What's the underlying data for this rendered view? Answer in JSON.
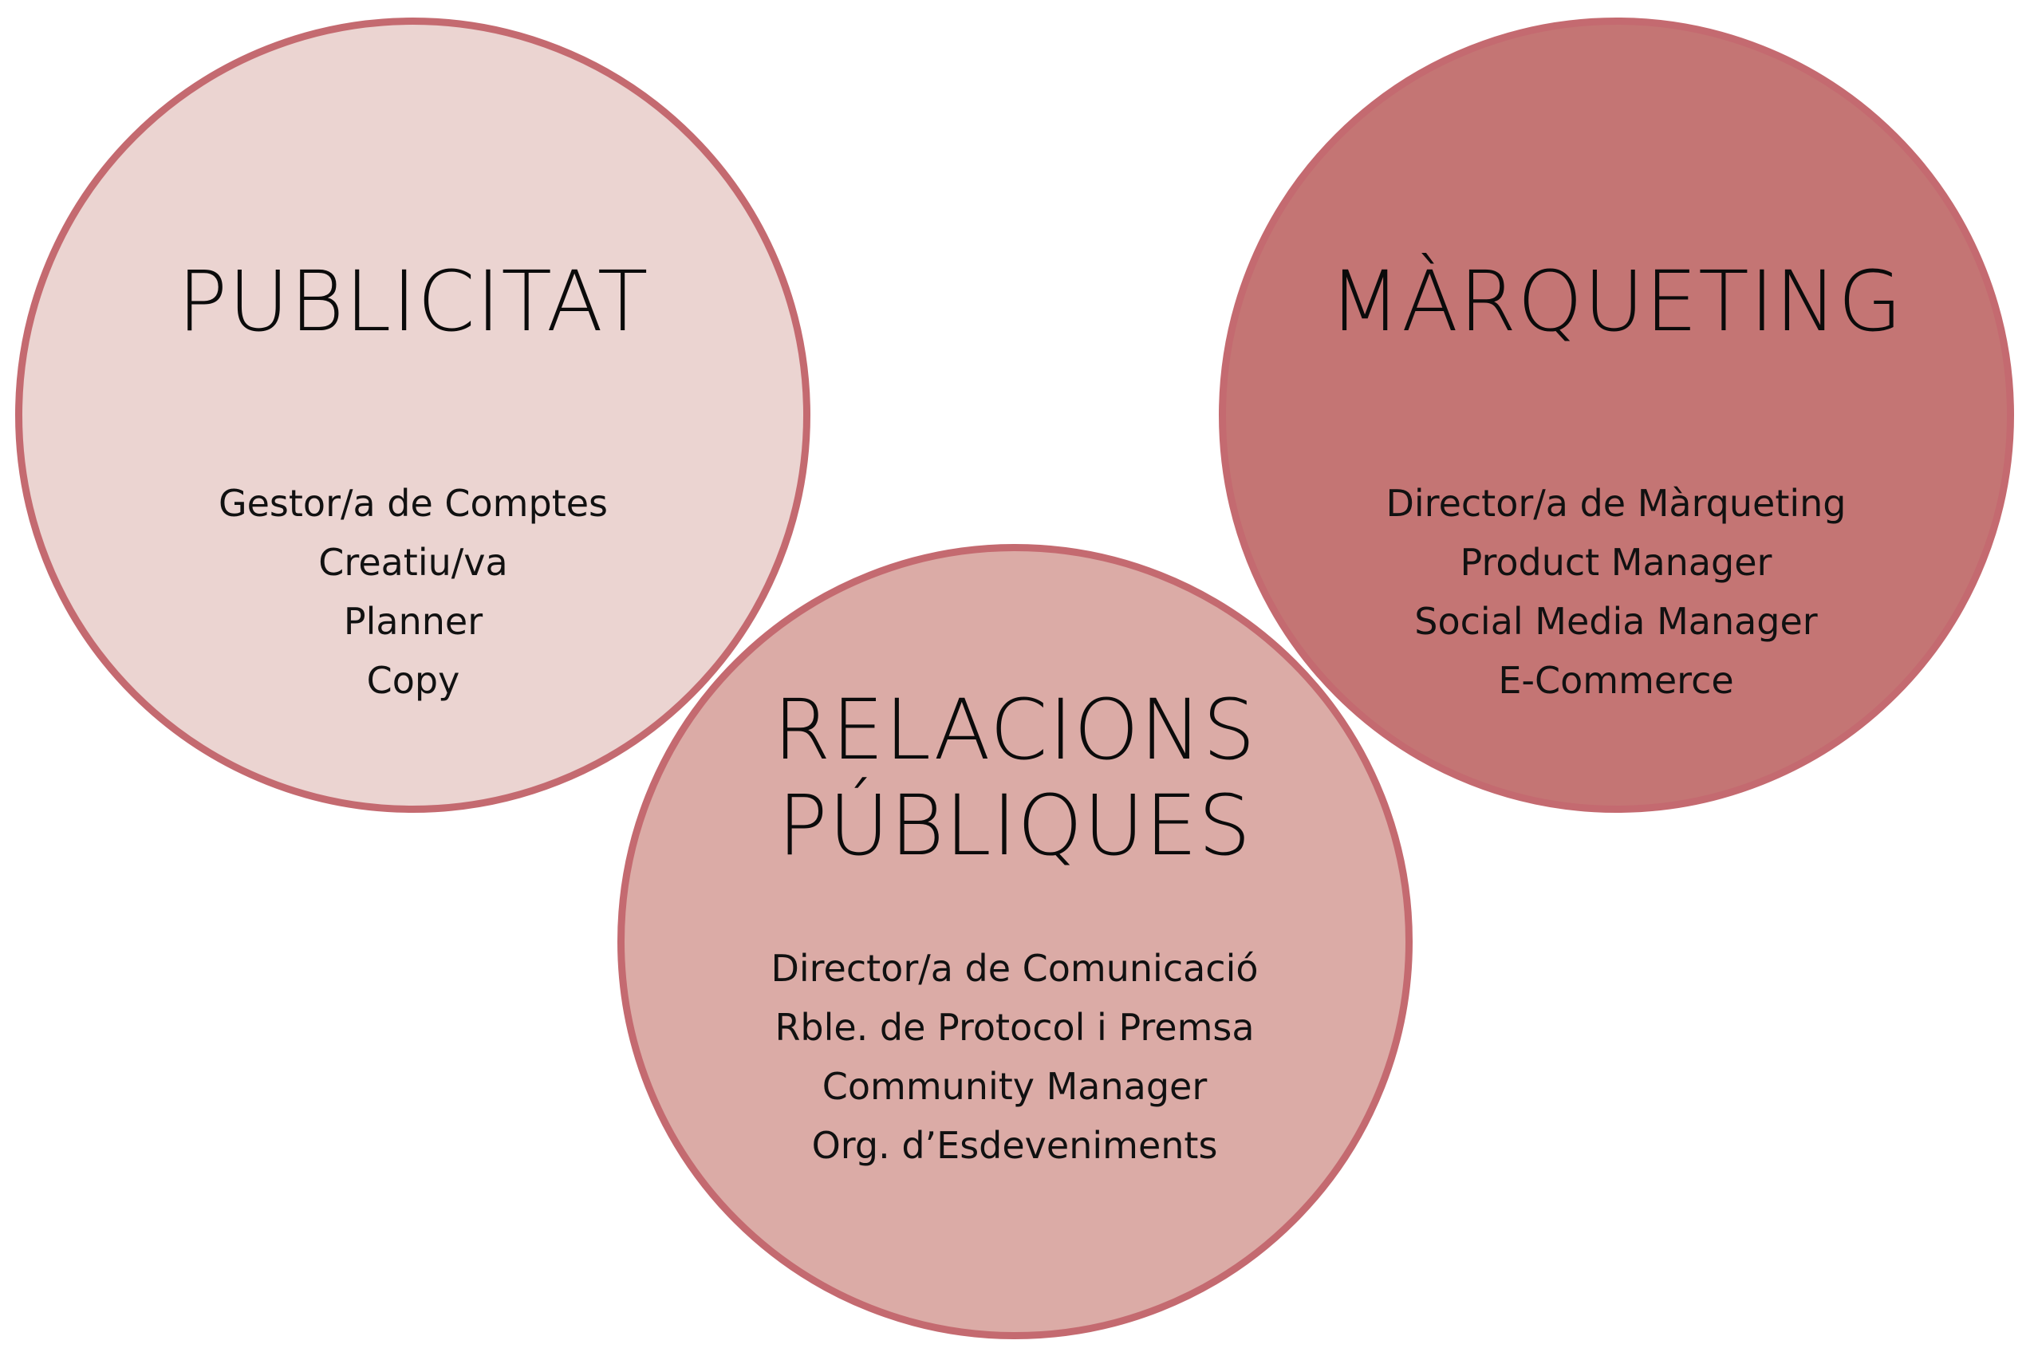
{
  "colors": {
    "border": "#c46a70",
    "publicitat_fill": "#ebd4d1",
    "marqueting_fill": "#c47574",
    "relacions_fill": "#dbaba6",
    "text": "#0b0b0b"
  },
  "circles": {
    "publicitat": {
      "title": "PUBLICITAT",
      "roles": [
        "Gestor/a de Comptes",
        "Creatiu/va",
        "Planner",
        "Copy"
      ]
    },
    "marqueting": {
      "title": "MÀRQUETING",
      "roles": [
        "Director/a de Màrqueting",
        "Product Manager",
        "Social Media Manager",
        "E-Commerce"
      ]
    },
    "relacions_publiques": {
      "title_lines": [
        "RELACIONS",
        "PÚBLIQUES"
      ],
      "roles": [
        "Director/a de Comunicació",
        "Rble. de Protocol i Premsa",
        "Community Manager",
        "Org. d’Esdeveniments"
      ]
    }
  }
}
